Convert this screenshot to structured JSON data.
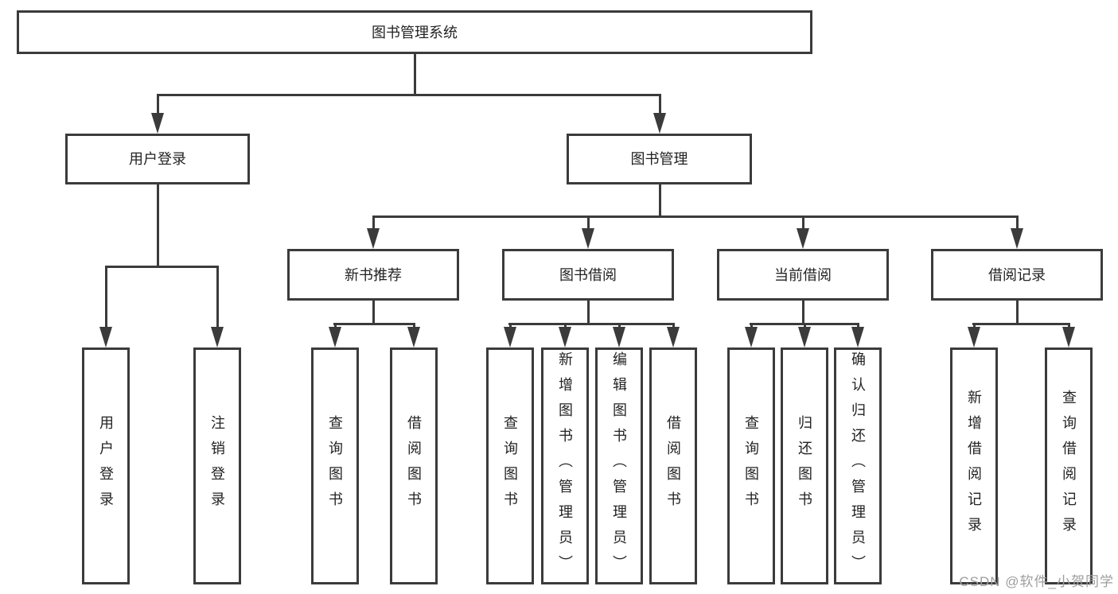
{
  "tree": {
    "label": "图书管理系统",
    "children": [
      {
        "label": "用户登录",
        "children": [
          {
            "label": "用户登录"
          },
          {
            "label": "注销登录"
          }
        ]
      },
      {
        "label": "图书管理",
        "children": [
          {
            "label": "新书推荐",
            "children": [
              {
                "label": "查询图书"
              },
              {
                "label": "借阅图书"
              }
            ]
          },
          {
            "label": "图书借阅",
            "children": [
              {
                "label": "查询图书"
              },
              {
                "label": "新增图书（管理员）"
              },
              {
                "label": "编辑图书（管理员）"
              },
              {
                "label": "借阅图书"
              }
            ]
          },
          {
            "label": "当前借阅",
            "children": [
              {
                "label": "查询图书"
              },
              {
                "label": "归还图书"
              },
              {
                "label": "确认归还（管理员）"
              }
            ]
          },
          {
            "label": "借阅记录",
            "children": [
              {
                "label": "新增借阅记录"
              },
              {
                "label": "查询借阅记录"
              }
            ]
          }
        ]
      }
    ]
  },
  "watermark": "CSDN @软件_小贺同学",
  "colors": {
    "line": "#3b3b3b",
    "text": "#232323",
    "background": "#ffffff",
    "watermark": "#9e9e9e"
  }
}
